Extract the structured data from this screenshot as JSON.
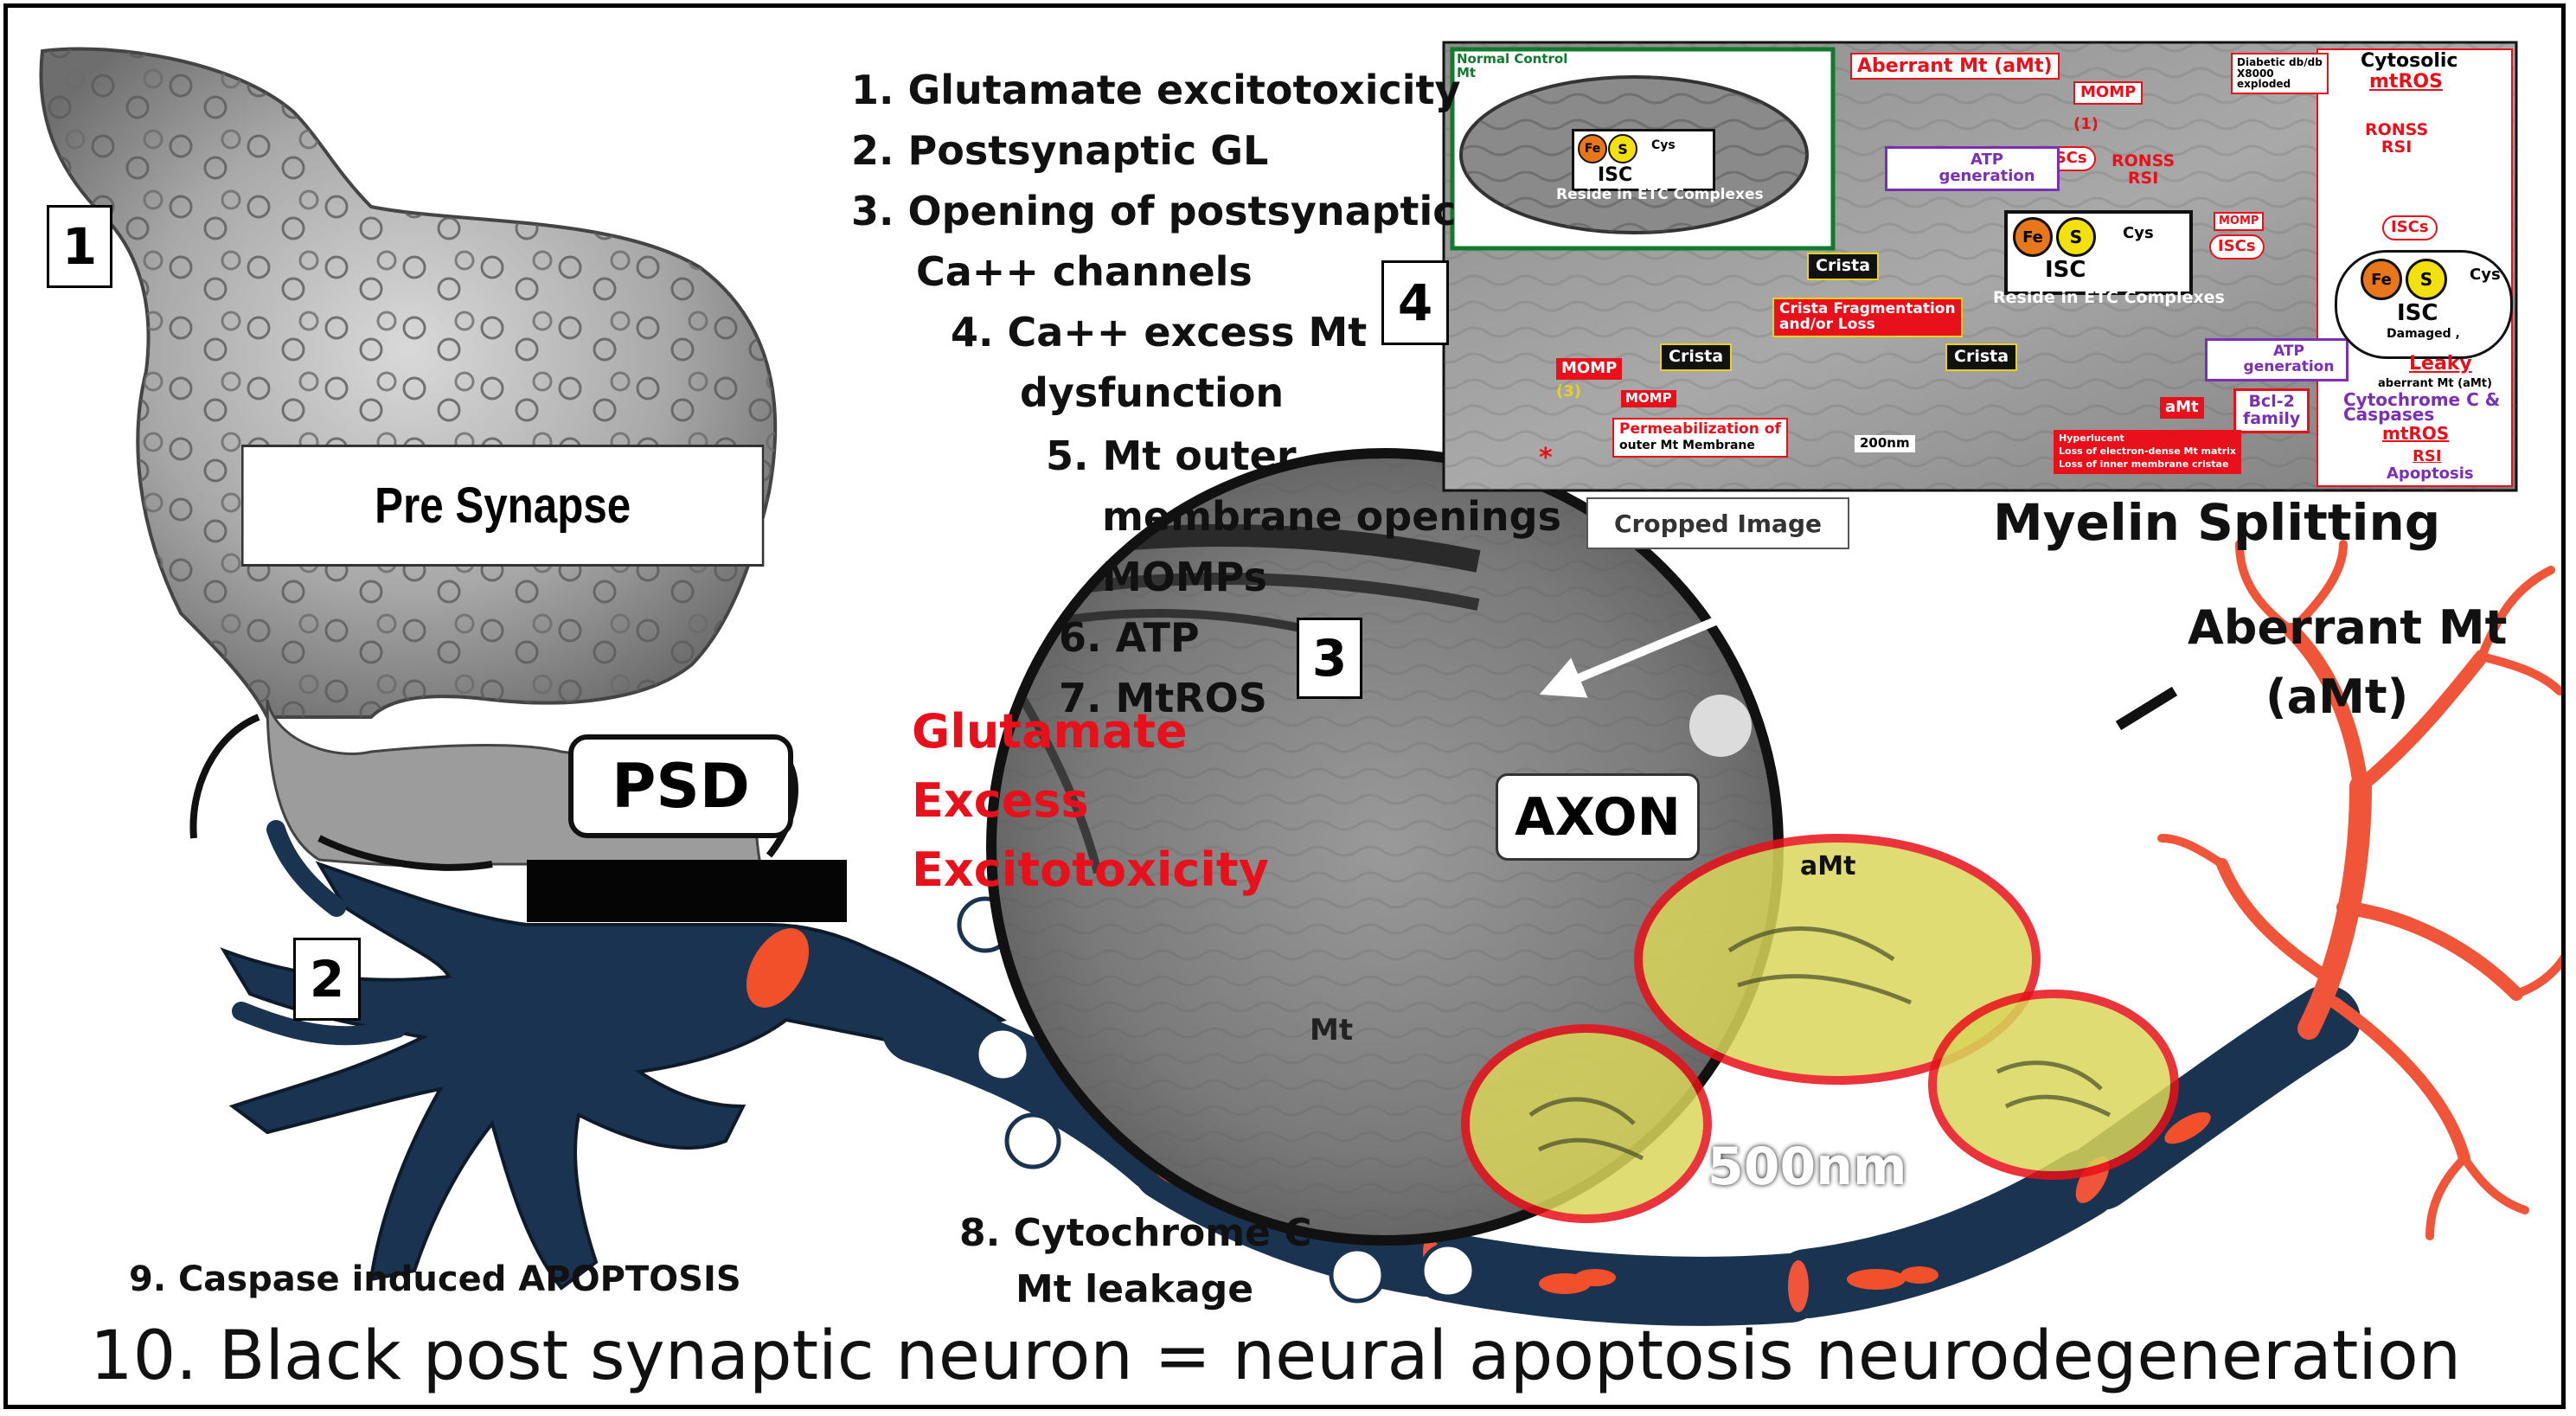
{
  "steps": {
    "s1": "1.  Glutamate excitotoxicity",
    "s2": "2.  Postsynaptic GL",
    "s3a": "3.  Opening of postsynaptic",
    "s3b": "Ca++ channels",
    "s4a": "4.  Ca++ excess Mt",
    "s4b": "dysfunction",
    "s5a": "5. Mt outer",
    "s5b": "membrane openings",
    "s5c": "MOMPs",
    "s6": "6. ATP",
    "s7": "7. MtROS",
    "s8a": "8. Cytochrome C",
    "s8b": "Mt leakage",
    "s9": "9. Caspase induced APOPTOSIS",
    "s10": "10. Black post synaptic neuron = neural apoptosis neurodegeneration"
  },
  "panels": {
    "p1": "1",
    "p2": "2",
    "p3": "3",
    "p4": "4"
  },
  "labels": {
    "pre_synapse": "Pre Synapse",
    "psd": "PSD",
    "glutamate": "Glutamate",
    "excess": "Excess",
    "excitotoxicity": "Excitotoxicity",
    "myelin": "Myelin Splitting",
    "aberrant1": "Aberrant Mt",
    "aberrant2": "(aMt)",
    "axon": "AXON",
    "amt": "aMt",
    "scale": "500nm",
    "cropped": "Cropped Image",
    "mt_small": "Mt"
  },
  "panel4": {
    "normal_control": "Normal Control\nMt",
    "aberrant_mt": "Aberrant Mt (aMt)",
    "momp": "MOMP",
    "diabetic": "Diabetic db/db\nX8000\nexploded",
    "cytosolic": "Cytosolic",
    "mtros": "mtROS",
    "ronss": "RONSS\nRSI",
    "iscs": "ISCs",
    "fe": "Fe",
    "s": "S",
    "cys": "Cys",
    "isc": "ISC",
    "reside": "Reside in ETC Complexes",
    "atp_gen": "ATP\ngeneration",
    "crista": "Crista",
    "crista_frag": "Crista Fragmentation\nand/or Loss",
    "damaged": "Damaged ,",
    "leaky": "Leaky",
    "aberrant_amt": "aberrant Mt (aMt)",
    "cytc_casp": "Cytochrome C &\nCaspases",
    "rsi": "RSI",
    "apoptosis": "Apoptosis",
    "bcl2": "Bcl-2\nfamily",
    "amt": "aMt",
    "perm1": "Permeabilization of",
    "perm2": "outer Mt  Membrane",
    "hyper": "Hyperlucent",
    "loss1": "Loss of electron-dense Mt matrix",
    "loss2": "Loss of inner membrane cristae",
    "scale200": "200nm",
    "one": "(1)",
    "three": "(3)",
    "star": "*"
  },
  "colors": {
    "neuron": "#1a3350",
    "mito": "#f2502a",
    "dendrite": "#f0553a",
    "text_red": "#e8101a",
    "amt_fill": "#d9d65a",
    "purple": "#7a2fb5"
  }
}
